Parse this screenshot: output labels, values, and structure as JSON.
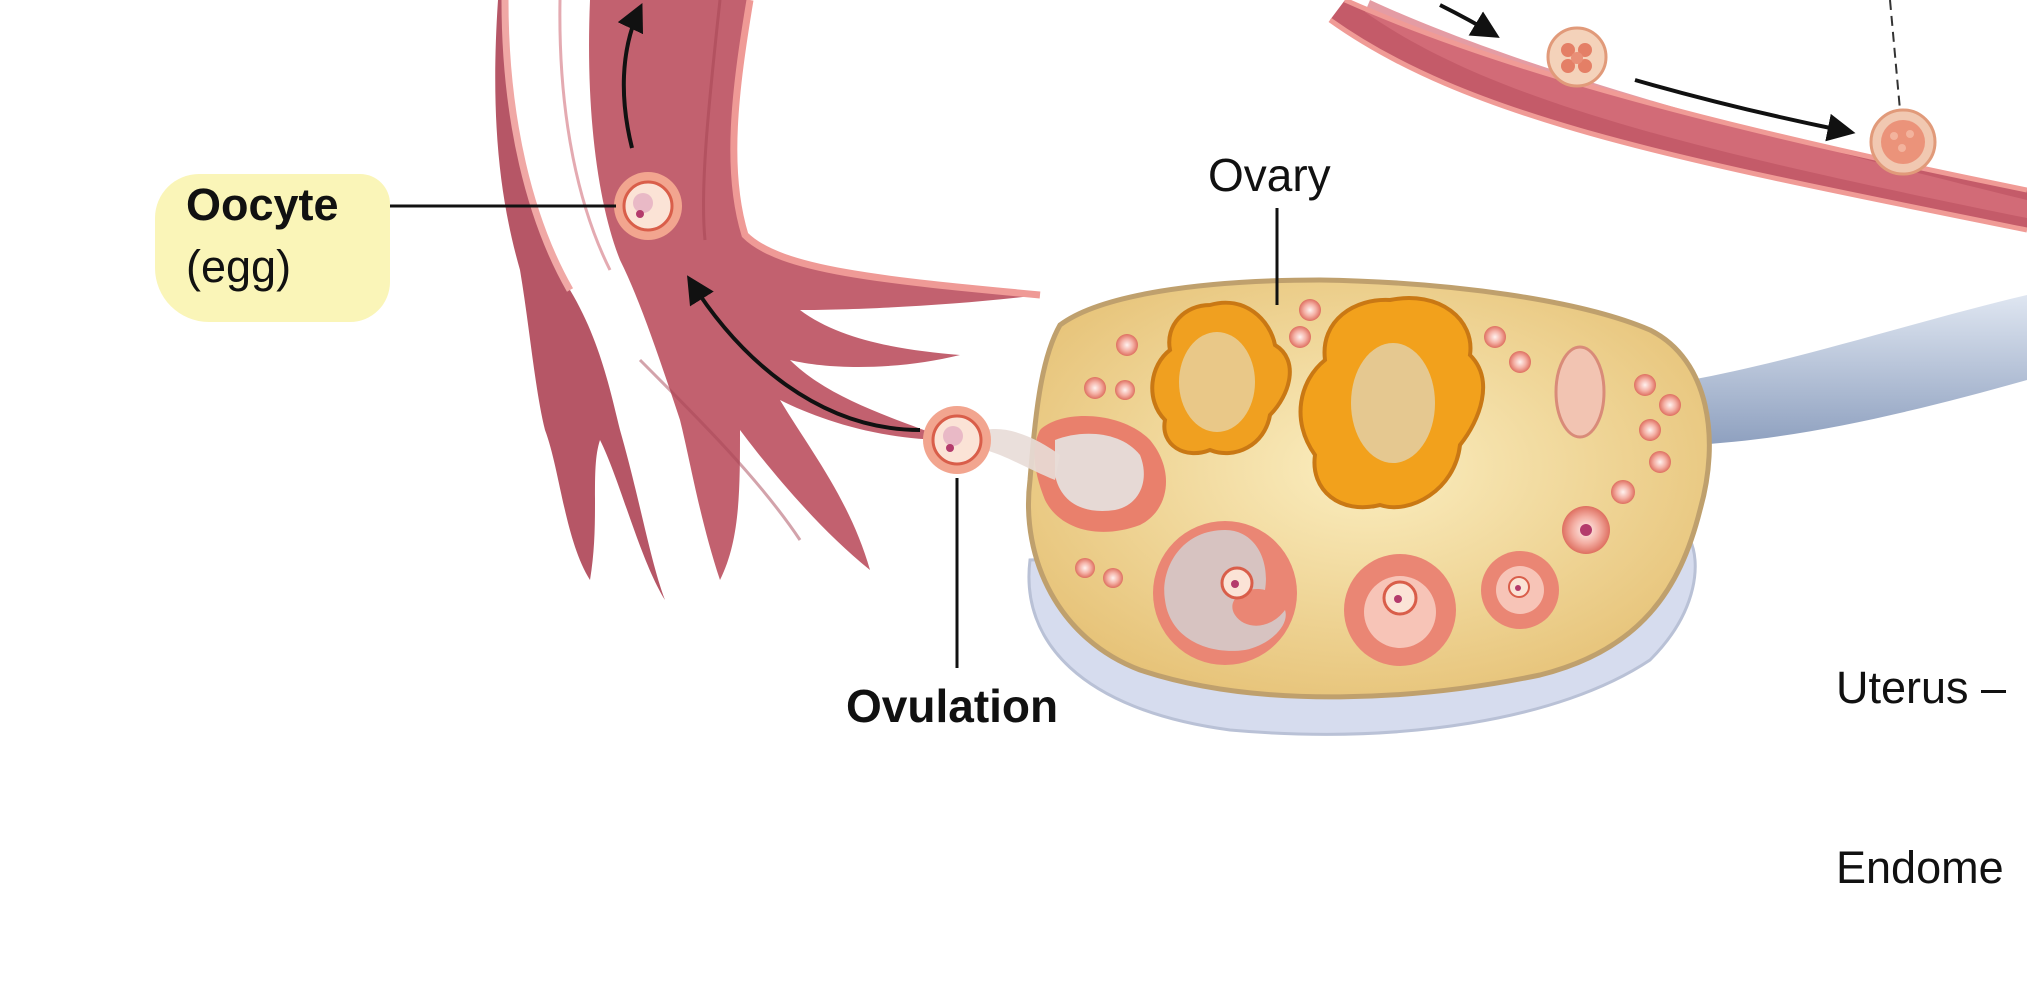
{
  "labels": {
    "oocyte": "Oocyte",
    "egg": "(egg)",
    "ovary": "Ovary",
    "ovulation": "Ovulation",
    "uterus": "Uterus –",
    "endometrium": "Endome"
  },
  "colors": {
    "tube": "#b85b6a",
    "tube_lining": "#e48c8f",
    "ovary": "#f0d589",
    "corpus": "#f0a01e",
    "follicle": "#e87f6d",
    "ligament": "#b9c7dd",
    "highlight": "#faf5b8"
  }
}
